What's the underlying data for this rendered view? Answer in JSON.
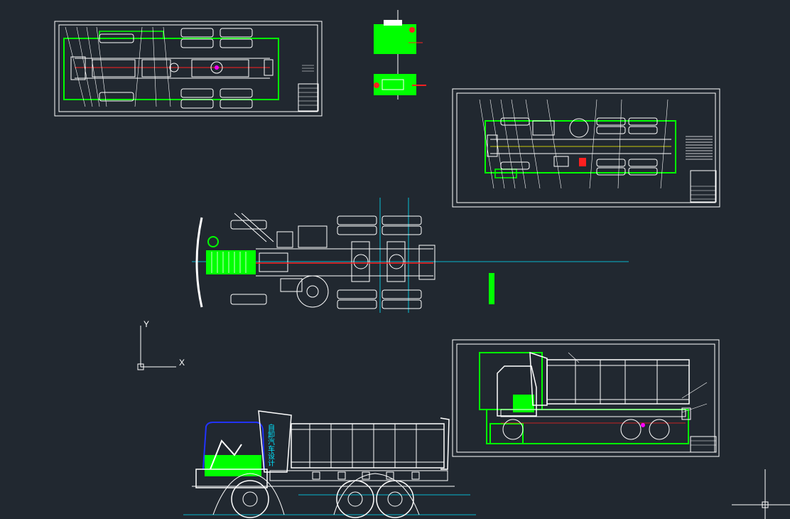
{
  "ucs": {
    "y_label": "Y",
    "x_label": "X"
  },
  "cab_signage": "自卸汽车设计",
  "colors": {
    "background": "#212830",
    "linework": "#ffffff",
    "frame": "#ffffff",
    "green_layer": "#00ff00",
    "cyan_layer": "#00e5ff",
    "red_layer": "#ff2020",
    "blue_layer": "#2233ff",
    "magenta_layer": "#ff00ff",
    "yellow_layer": "#ffff00"
  },
  "icons": {
    "ucs": "ucs-icon",
    "crosshair": "crosshair-cursor-icon"
  }
}
